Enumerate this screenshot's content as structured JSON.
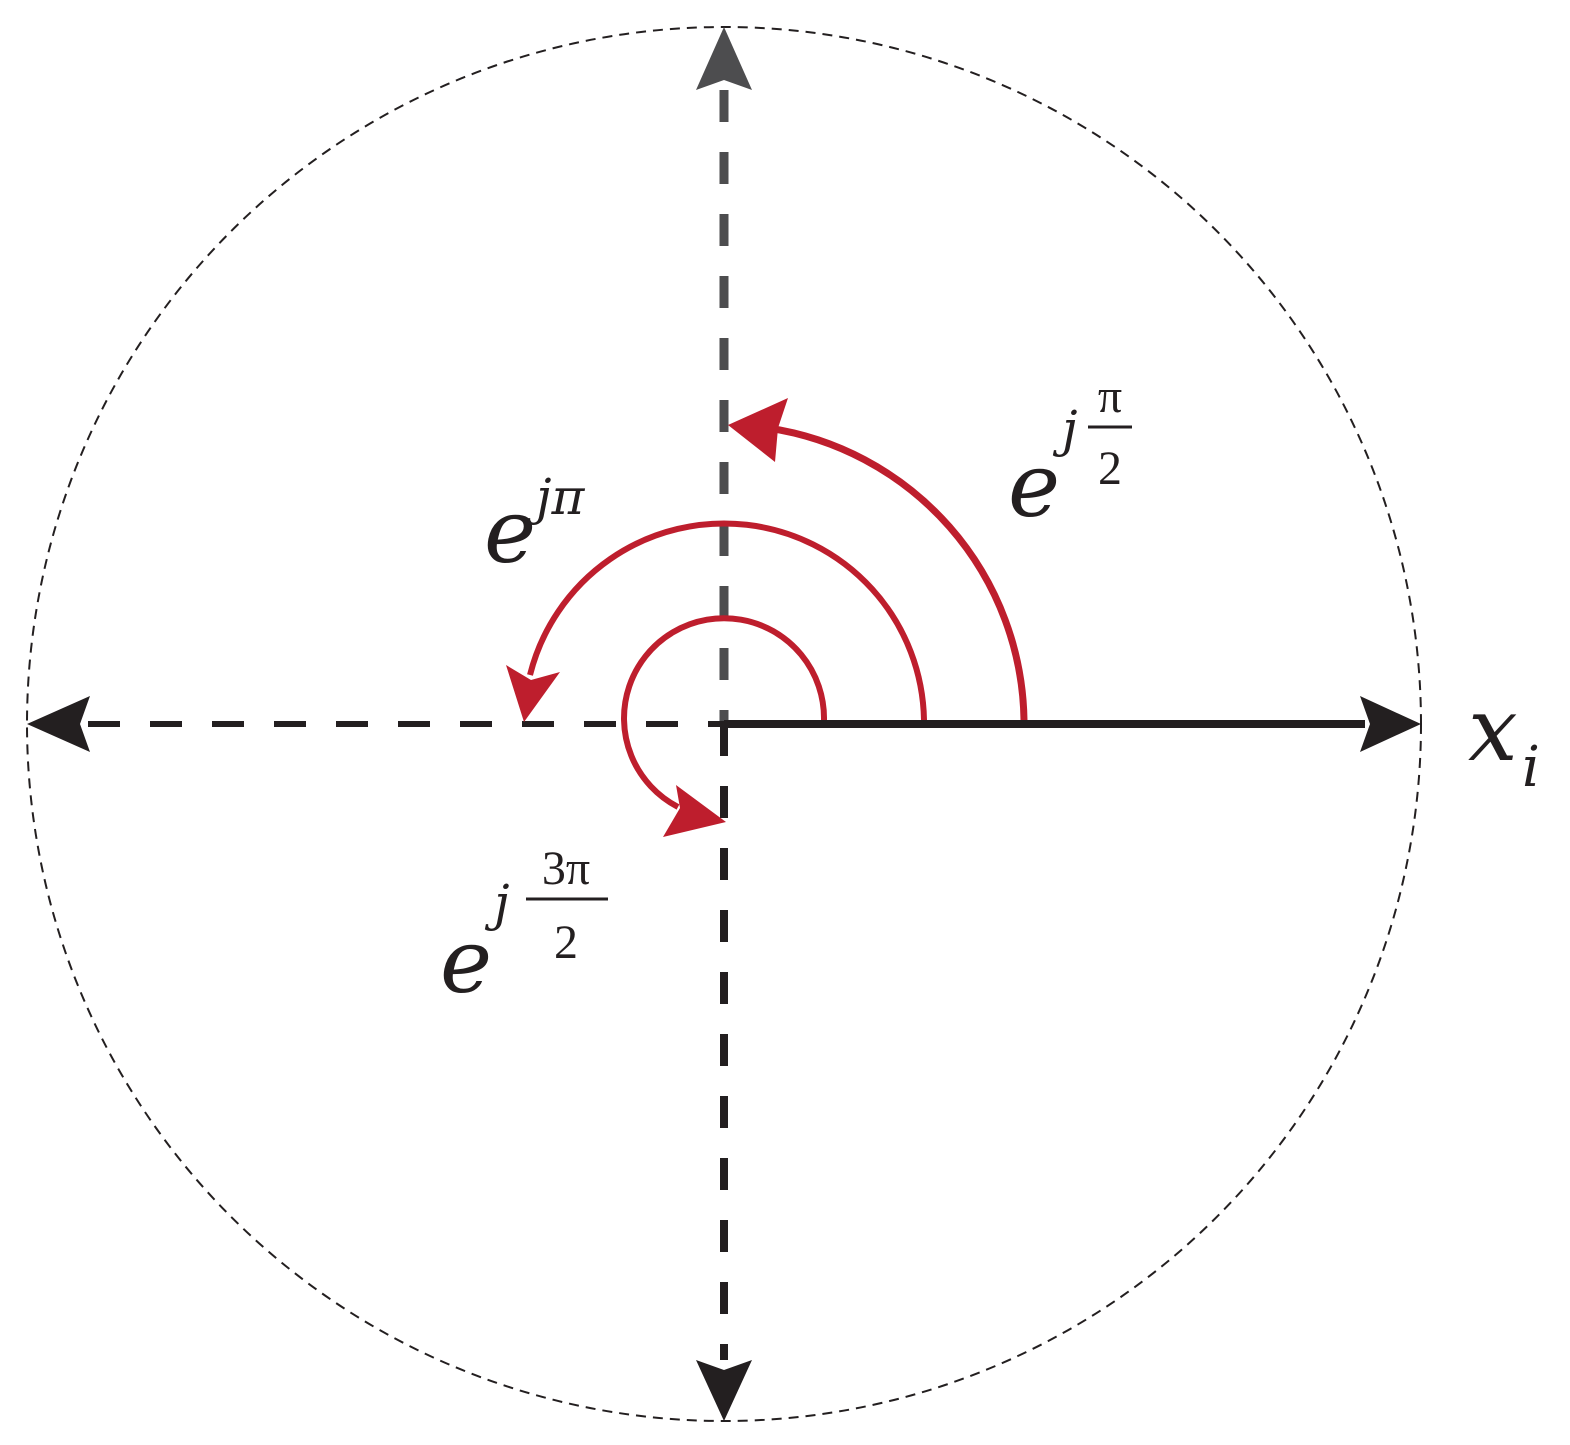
{
  "labels": {
    "axis": {
      "base": "x",
      "sub": "i"
    },
    "quarter": {
      "base": "e",
      "j": "j",
      "num": "π",
      "den": "2"
    },
    "half": {
      "base": "e",
      "exp": "jπ"
    },
    "three_quarter": {
      "base": "e",
      "j": "j",
      "num": "3π",
      "den": "2"
    }
  },
  "colors": {
    "axis": "#231f20",
    "axis_upper": "#4d4d4f",
    "rotation": "#be1e2d",
    "circle": "#231f20"
  },
  "icons": [
    "arrow-up-icon",
    "arrow-down-icon",
    "arrow-left-icon",
    "arrow-right-icon"
  ]
}
